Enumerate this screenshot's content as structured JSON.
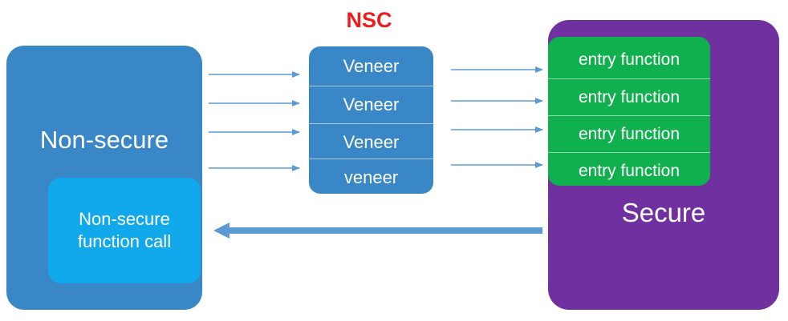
{
  "nonsecure": {
    "label": "Non-secure",
    "call_line1": "Non-secure",
    "call_line2": "function call"
  },
  "nsc": {
    "title": "NSC",
    "veneers": [
      "Veneer",
      "Veneer",
      "Veneer",
      "veneer"
    ]
  },
  "secure": {
    "label": "Secure",
    "entries": [
      "entry function",
      "entry function",
      "entry function",
      "entry function"
    ]
  },
  "colors": {
    "nonsecure_blue": "#3a87c8",
    "call_cyan": "#11a9ec",
    "nsc_red": "#ee1c1c",
    "secure_purple": "#7030a0",
    "entry_green": "#11b04f",
    "arrow_blue": "#5b9bd5"
  }
}
